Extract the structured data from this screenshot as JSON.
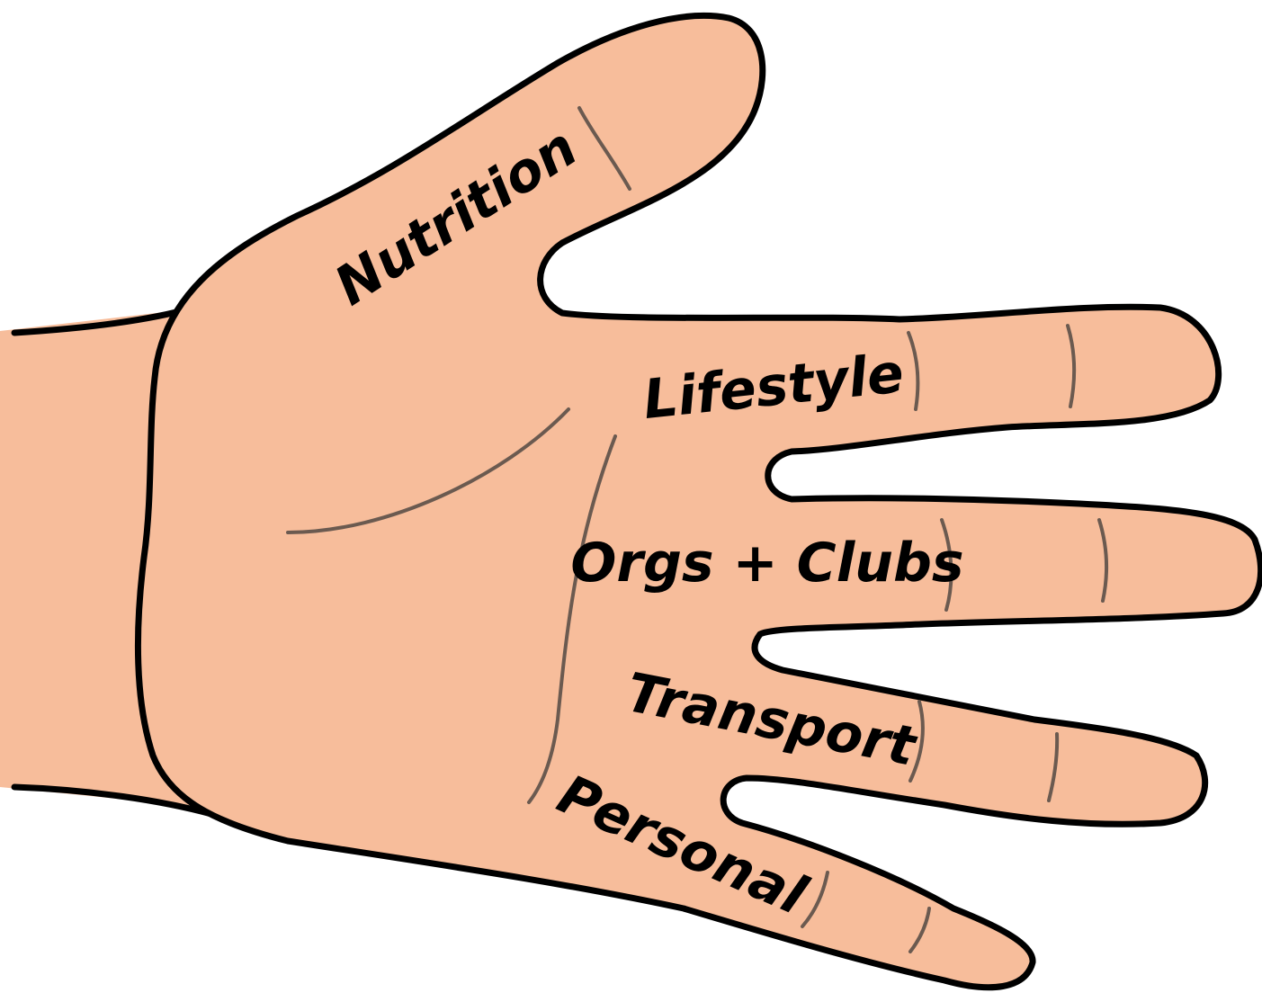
{
  "diagram": {
    "skin_color": "#f7bd9b",
    "outline_color": "#000000",
    "crease_color": "#6b5a50",
    "labels": {
      "thumb": "Nutrition",
      "index": "Lifestyle",
      "middle": "Orgs + Clubs",
      "ring": "Transport",
      "pinky": "Personal"
    }
  }
}
